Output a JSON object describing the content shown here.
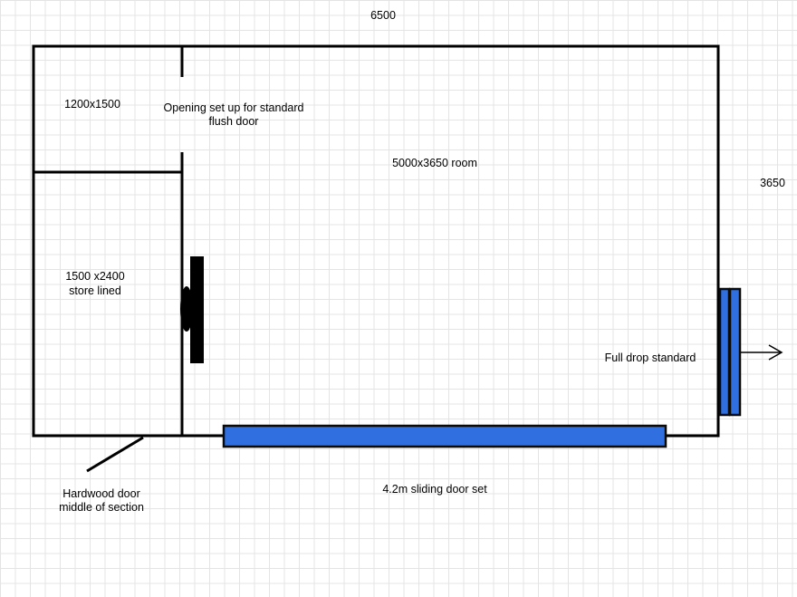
{
  "dimensions": {
    "width_label": "6500",
    "height_label": "3650"
  },
  "rooms": {
    "small_room": "1200x1500",
    "store": [
      "1500 x2400",
      "store lined"
    ],
    "main_room": "5000x3650 room"
  },
  "openings": {
    "flush_door": [
      "Opening set up for standard",
      "flush door"
    ],
    "hardwood_door": [
      "Hardwood door",
      "middle of section"
    ],
    "sliding_door": "4.2m sliding door set",
    "full_drop": "Full drop standard"
  },
  "colors": {
    "door_fill": "#2f6fe0",
    "door_stroke": "#0a0a0a",
    "wall": "#000000"
  }
}
